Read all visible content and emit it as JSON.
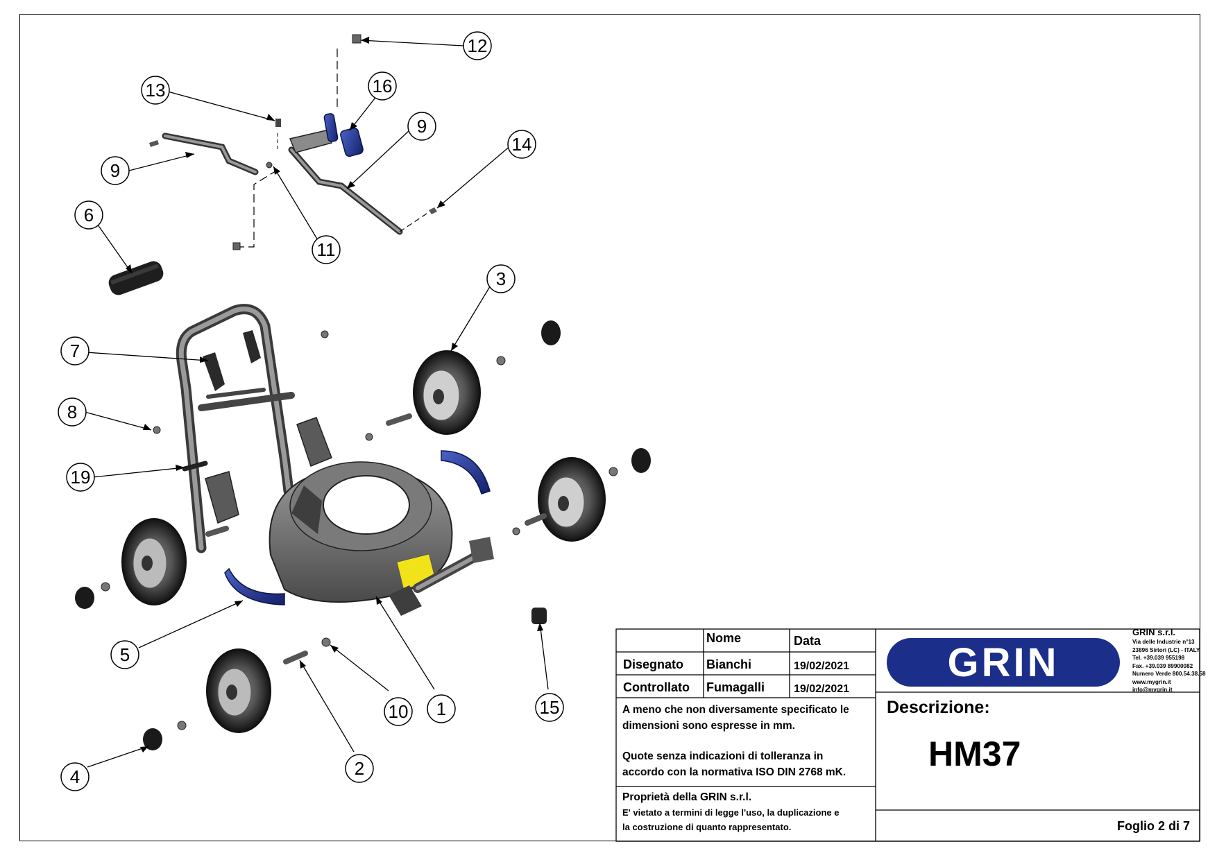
{
  "callouts": [
    {
      "id": "c12",
      "label": "12"
    },
    {
      "id": "c13",
      "label": "13"
    },
    {
      "id": "c16",
      "label": "16"
    },
    {
      "id": "c9a",
      "label": "9"
    },
    {
      "id": "c9b",
      "label": "9"
    },
    {
      "id": "c14",
      "label": "14"
    },
    {
      "id": "c6",
      "label": "6"
    },
    {
      "id": "c11",
      "label": "11"
    },
    {
      "id": "c3",
      "label": "3"
    },
    {
      "id": "c7",
      "label": "7"
    },
    {
      "id": "c8",
      "label": "8"
    },
    {
      "id": "c19",
      "label": "19"
    },
    {
      "id": "c5",
      "label": "5"
    },
    {
      "id": "c10",
      "label": "10"
    },
    {
      "id": "c1",
      "label": "1"
    },
    {
      "id": "c15",
      "label": "15"
    },
    {
      "id": "c2",
      "label": "2"
    },
    {
      "id": "c4",
      "label": "4"
    }
  ],
  "title_block": {
    "col_nome": "Nome",
    "col_data": "Data",
    "row1_label": "Disegnato",
    "row1_name": "Bianchi",
    "row1_date": "19/02/2021",
    "row2_label": "Controllato",
    "row2_name": "Fumagalli",
    "row2_date": "19/02/2021",
    "note1_line1": "A meno che non diversamente specificato le",
    "note1_line2": "dimensioni sono espresse in mm.",
    "note2_line1": "Quote senza indicazioni di tolleranza in",
    "note2_line2": "accordo con la normativa ISO DIN 2768 mK.",
    "prop_line1": "Proprietà della GRIN s.r.l.",
    "prop_line2": "E' vietato a termini di legge l'uso, la duplicazione e",
    "prop_line3": "la costruzione di quanto rappresentato.",
    "company": "GRIN s.r.l.",
    "address": [
      "Via delle Industrie n°13",
      "23896 Sirtori (LC) - ITALY",
      "Tel. +39.039 955198",
      "Fax. +39.039 89900082",
      "Numero Verde 800.54.38.58",
      "www.mygrin.it",
      "info@mygrin.it"
    ],
    "logo_text": "GRIN",
    "descr_label": "Descrizione:",
    "model": "HM37",
    "sheet": "Foglio 2 di 7"
  },
  "colors": {
    "brand_blue": "#1b2f8a",
    "part_gray": "#8a8a8a",
    "dark": "#2b2b2b",
    "warning_yellow": "#f2e21a"
  }
}
